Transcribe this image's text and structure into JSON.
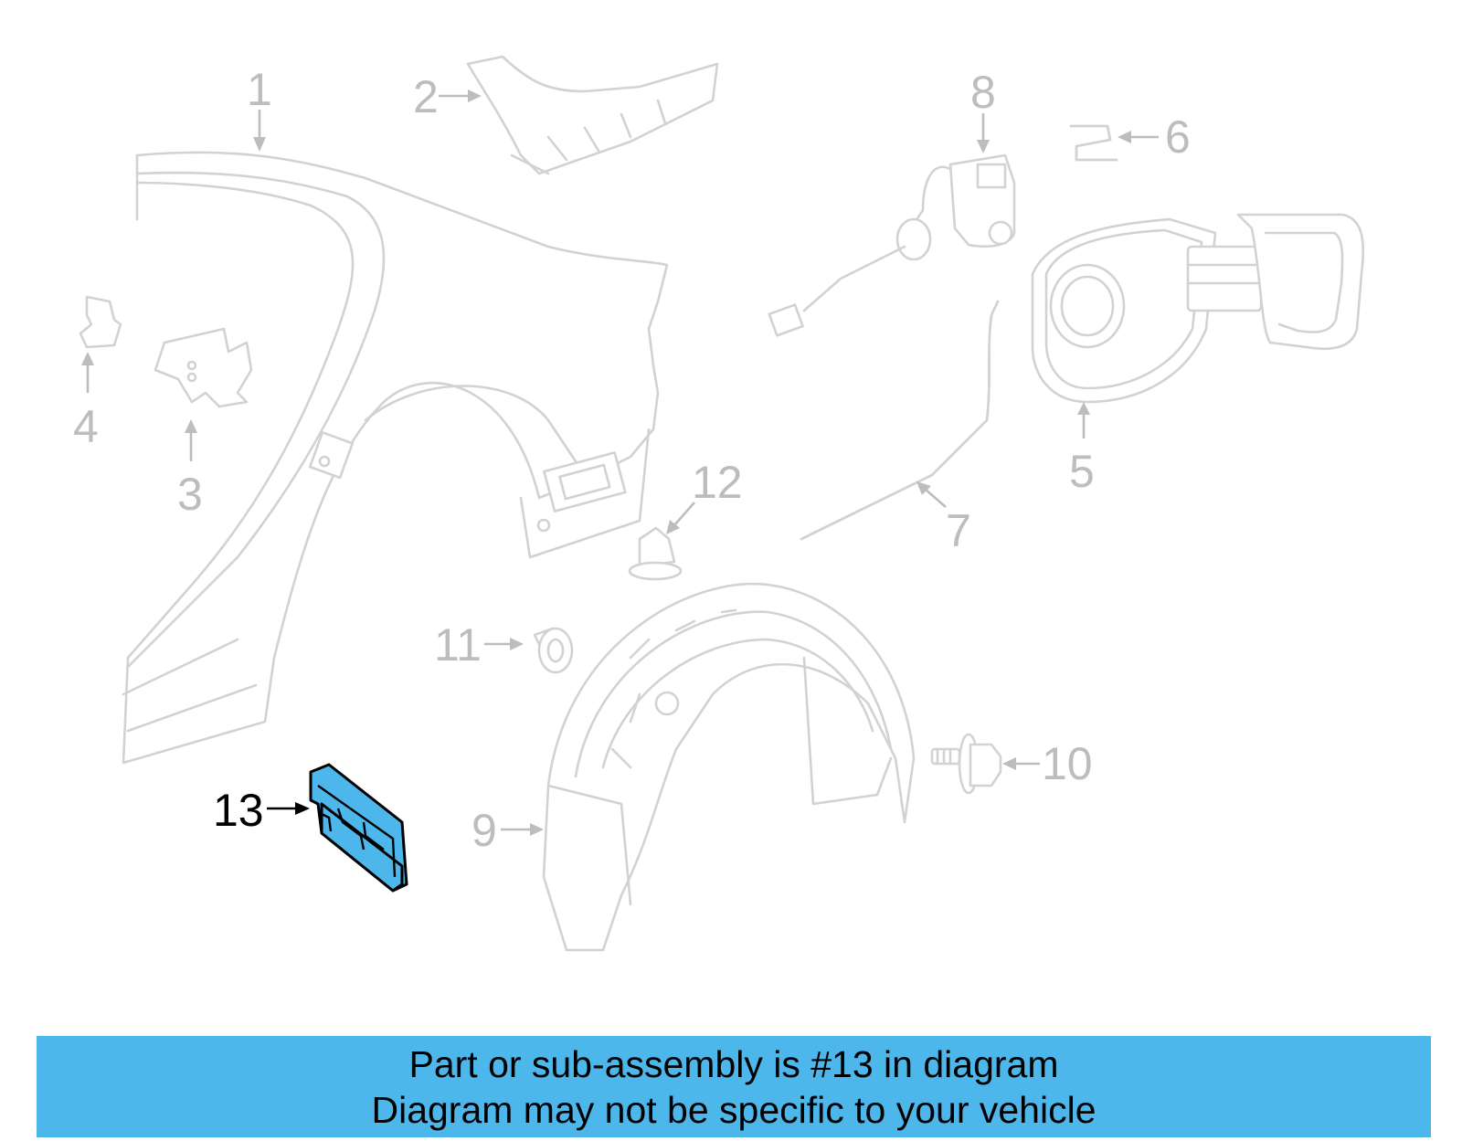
{
  "diagram": {
    "highlight_color": "#4db6ea",
    "highlighted_callout": "13",
    "callouts": [
      {
        "id": "c1",
        "label": "1"
      },
      {
        "id": "c2",
        "label": "2"
      },
      {
        "id": "c3",
        "label": "3"
      },
      {
        "id": "c4",
        "label": "4"
      },
      {
        "id": "c5",
        "label": "5"
      },
      {
        "id": "c6",
        "label": "6"
      },
      {
        "id": "c7",
        "label": "7"
      },
      {
        "id": "c8",
        "label": "8"
      },
      {
        "id": "c9",
        "label": "9"
      },
      {
        "id": "c10",
        "label": "10"
      },
      {
        "id": "c11",
        "label": "11"
      },
      {
        "id": "c12",
        "label": "12"
      },
      {
        "id": "c13",
        "label": "13"
      }
    ]
  },
  "banner": {
    "background": "#4db6ea",
    "line1": "Part or sub-assembly is #13 in diagram",
    "line2": "Diagram may not be specific to your vehicle"
  }
}
